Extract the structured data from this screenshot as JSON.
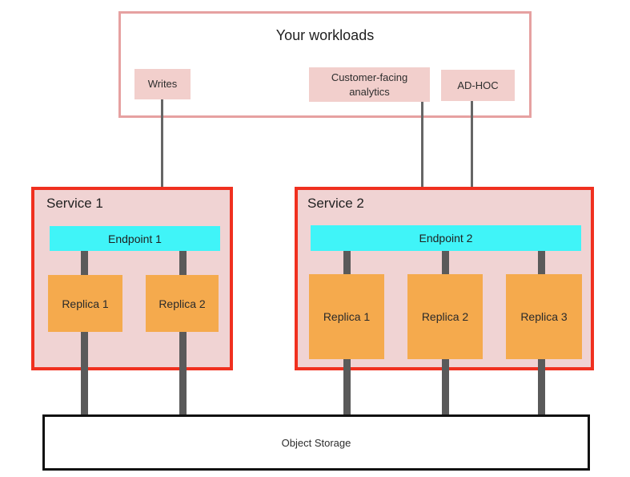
{
  "workloads": {
    "title": "Your workloads",
    "items": [
      {
        "label": "Writes"
      },
      {
        "label": "Customer-facing analytics"
      },
      {
        "label": "AD-HOC"
      }
    ]
  },
  "services": [
    {
      "name": "Service 1",
      "endpoint": "Endpoint 1",
      "replicas": [
        "Replica 1",
        "Replica 2"
      ]
    },
    {
      "name": "Service 2",
      "endpoint": "Endpoint 2",
      "replicas": [
        "Replica 1",
        "Replica 2",
        "Replica 3"
      ]
    }
  ],
  "storage": {
    "label": "Object Storage"
  },
  "colors": {
    "workloads_border": "#e6a1a1",
    "workload_item_bg": "#f2cfcc",
    "service_border": "#f0301f",
    "service_bg": "#f0d3d3",
    "endpoint_bg": "#40f4f8",
    "replica_bg": "#f5aa4d",
    "connector": "#5a5a5a",
    "arrow": "#666666",
    "storage_border": "#111111"
  }
}
